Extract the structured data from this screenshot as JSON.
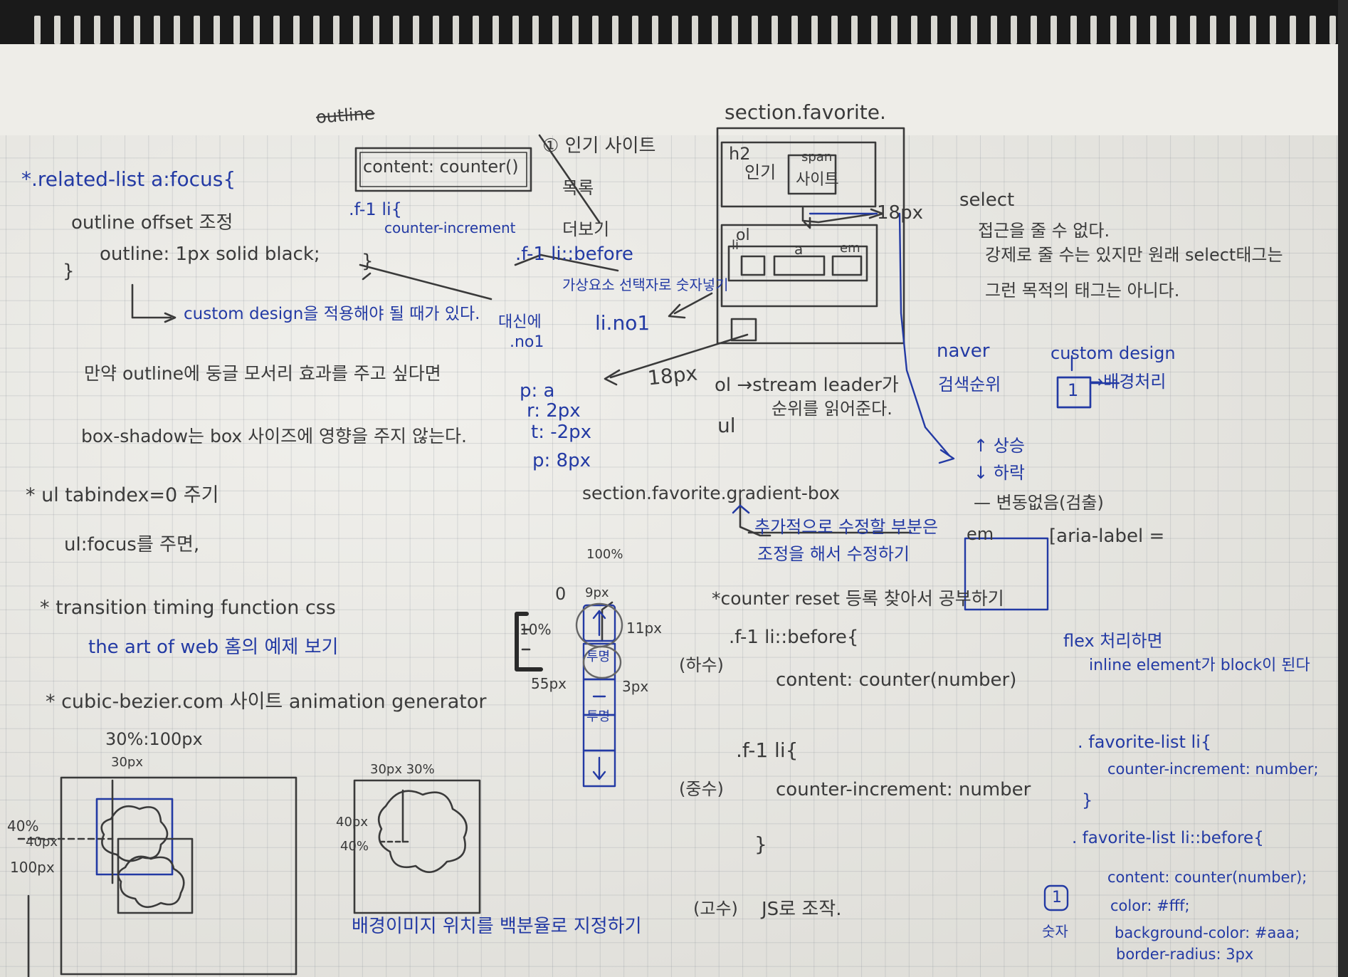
{
  "notes": {
    "outline_word": "outline",
    "related_list_focus": "*.related-list a:focus{",
    "outline_offset": "outline offset 조정",
    "outline_rule": "outline: 1px solid black;",
    "close_brace_1": "}",
    "custom_design_note": "custom design을 적용해야 될 때가 있다.",
    "outline_effect": "만약 outline에 둥글 모서리 효과를 주고 싶다면",
    "box_shadow": "box-shadow는 box 사이즈에 영향을 주지 않는다.",
    "ul_tabindex": "* ul tabindex=0 주기",
    "ul_focus": "ul:focus를 주면,",
    "transition": "* transition timing function css",
    "art_of_web": "the art of web 홈의 예제 보기",
    "cubic_bezier": "* cubic-bezier.com 사이트 animation generator",
    "content_counter": "content: counter()",
    "f1_li": ".f-1 li{",
    "counter_increment": "counter-increment",
    "close_brace_2": "}",
    "popular_site": "① 인기 사이트",
    "list": "목록",
    "more": "더보기",
    "f1_li_before": ".f-1 li::before",
    "pseudo_element": "가상요소 선택자로 숫자넣기",
    "or": "대신에",
    "no1": ".no1",
    "li_no1": "li.no1",
    "section_favorite": "section.favorite.",
    "h2": "h2",
    "popular": "인기",
    "span": "span",
    "site": "사이트",
    "px18_a": "18px",
    "ol_box": "ol",
    "li_box": "li",
    "a_box": "a",
    "em_box": "em",
    "px18_b": "18px",
    "p_a": "p: a",
    "r_2px": "r: 2px",
    "t_neg2px": "t: -2px",
    "p_8px": "p: 8px",
    "ol_stream": "ol →stream leader가",
    "ol_stream_2": "순위를 읽어준다.",
    "ul": "ul",
    "select": "select",
    "select_1": "접근을 줄 수 없다.",
    "select_2": "강제로 줄 수는 있지만 원래 select태그는",
    "select_3": "그런 목적의 태그는 아니다.",
    "naver": "naver",
    "search_rank": "검색순위",
    "custom_design": "custom design",
    "bg_process": "→배경처리",
    "box_num": "1",
    "up": "↑ 상승",
    "down": "↓ 하락",
    "none": "— 변동없음(검출)",
    "em_label": "em",
    "aria_label": "[aria-label =",
    "gradient_box": "section.favorite.gradient-box",
    "fix_later_1": "추가적으로 수정할 부분은",
    "fix_later_2": "조정을 해서 수정하기",
    "percent100": "100%",
    "zero": "0",
    "px9": "9px",
    "percent10": "10%",
    "px11": "11px",
    "transparent_1": "투명",
    "px55": "55px",
    "px3": "3px",
    "transparent_2": "투명",
    "counter_reset": "*counter reset 등록 찾아서 공부하기",
    "f1_before": ".f-1 li::before{",
    "low": "(하수)",
    "content_number": "content: counter(number)",
    "f1_li_2": ".f-1 li{",
    "mid": "(중수)",
    "counter_increment_number": "counter-increment: number",
    "close_brace_3": "}",
    "high": "(고수)",
    "js": "JS로 조작.",
    "bg_position": "배경이미지 위치를 백분율로 지정하기",
    "flex": "flex 처리하면",
    "inline_block": "inline element가 block이 된다",
    "favorite_list_li": ". favorite-list li{",
    "counter_increment_fav": "counter-increment: number;",
    "close_brace_4": "}",
    "favorite_before": ". favorite-list li::before{",
    "content_fav": "content: counter(number);",
    "color_fff": "color: #fff;",
    "bg_color": "background-color: #aaa;",
    "border_radius": "border-radius: 3px",
    "circle_1": "1",
    "number": "숫자",
    "percent30_100px": "30%:100px",
    "px30": "30px",
    "percent40": "40%",
    "px40": "40px",
    "px100": "100px",
    "px30_30": "30px 30%",
    "px40_b": "40px",
    "percent40_b": "40%"
  },
  "colors": {
    "blue_pen": "#233aa4",
    "pencil": "#3a3a3a",
    "paper": "#e9e8e2"
  }
}
